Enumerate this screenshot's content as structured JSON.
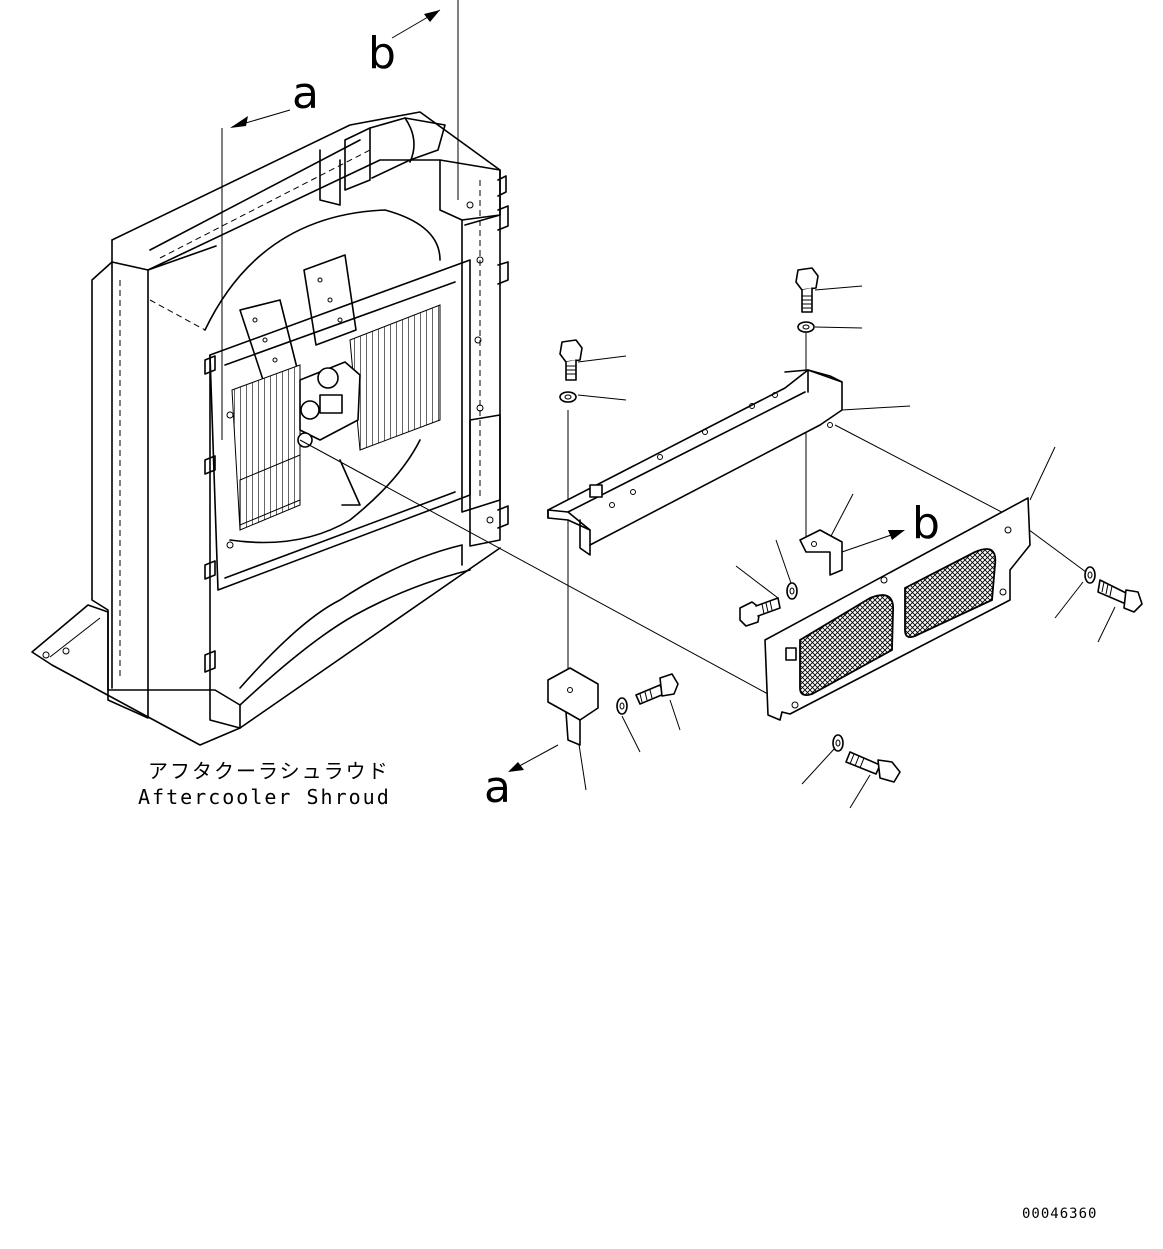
{
  "diagram": {
    "callouts": {
      "a_top": "a",
      "b_top": "b",
      "b_side": "b",
      "a_bottom": "a"
    },
    "caption_jp": "アフタクーラシュラウド",
    "caption_en": "Aftercooler Shroud",
    "reference_no": "00046360"
  }
}
